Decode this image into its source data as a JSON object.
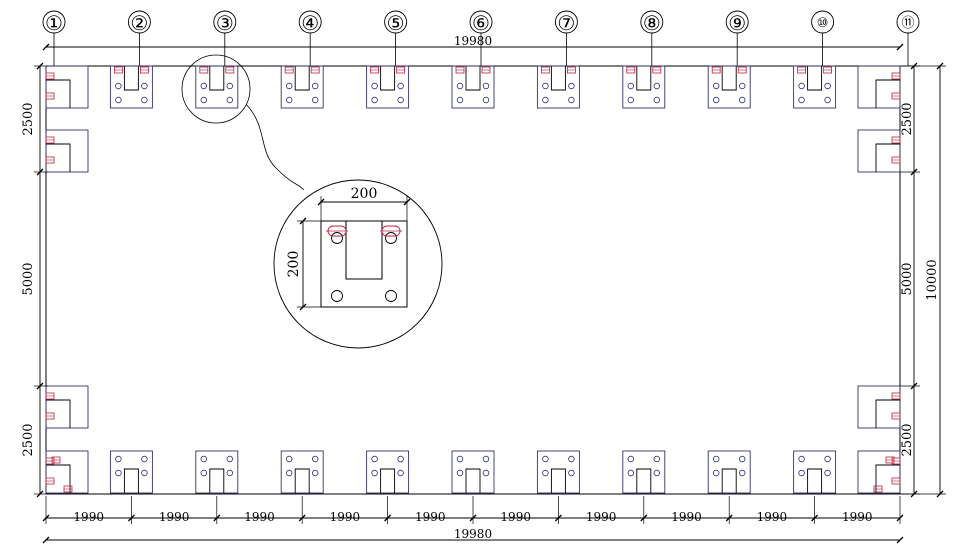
{
  "axis_labels": [
    "①",
    "②",
    "③",
    "④",
    "⑤",
    "⑥",
    "⑦",
    "⑧",
    "⑨",
    "⑩",
    "⑪"
  ],
  "top_total": "19980",
  "bottom_total": "19980",
  "bottom_spacings": [
    "1990",
    "1990",
    "1990",
    "1990",
    "1990",
    "1990",
    "1990",
    "1990",
    "1990",
    "1990"
  ],
  "left_segments": [
    "2500",
    "5000",
    "2500"
  ],
  "right_segments": [
    "2500",
    "5000",
    "2500"
  ],
  "right_total": "10000",
  "detail": {
    "width_label": "200",
    "height_label": "200"
  },
  "colors": {
    "line": "#000000",
    "plate": "#333366",
    "anchor": "#c0203c",
    "hole": "#2b2b7a"
  }
}
